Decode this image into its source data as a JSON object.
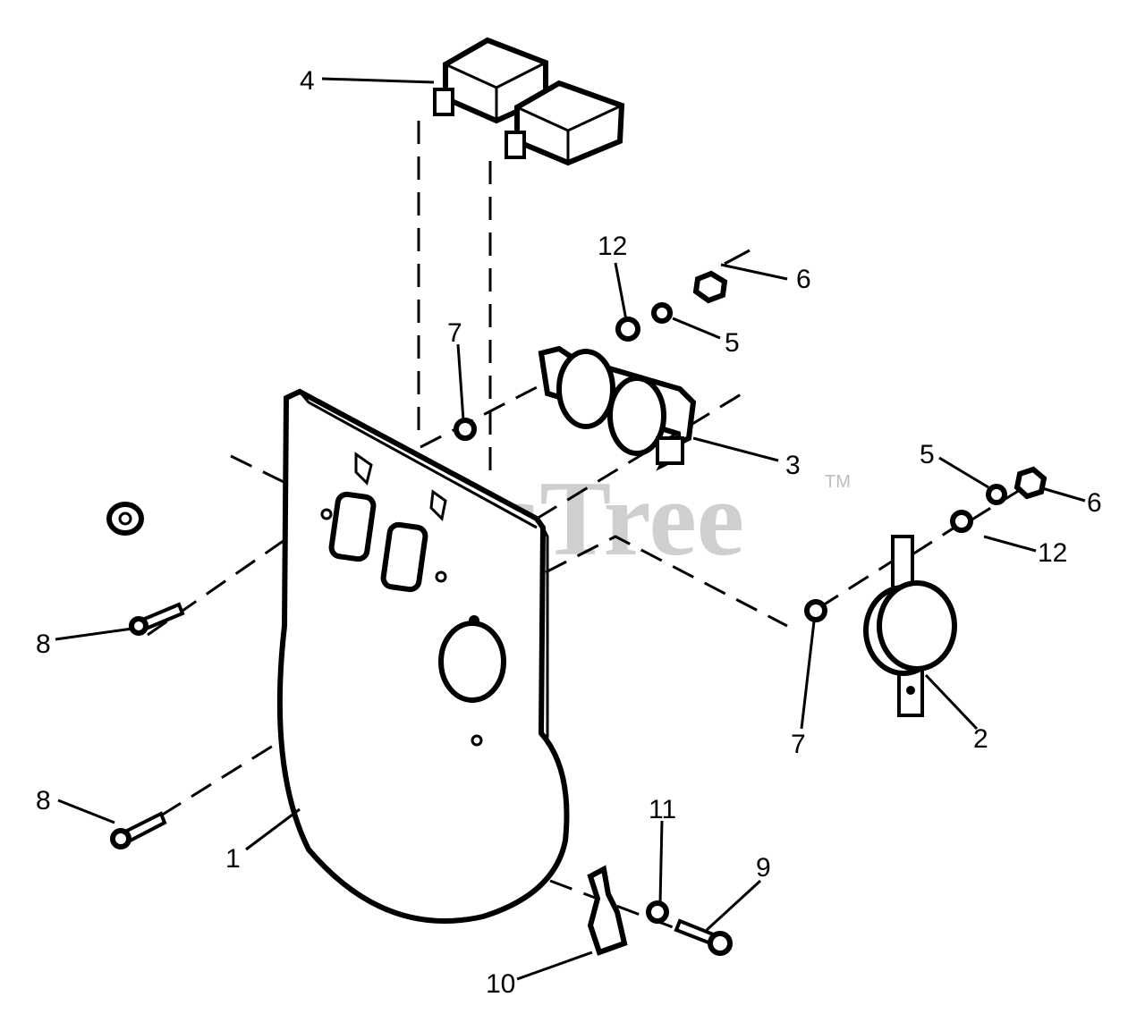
{
  "watermark": {
    "text": "PartsTree",
    "trademark": "TM"
  },
  "callouts": {
    "c1": "1",
    "c2": "2",
    "c3": "3",
    "c4": "4",
    "c5a": "5",
    "c5b": "5",
    "c6a": "6",
    "c6b": "6",
    "c7a": "7",
    "c7b": "7",
    "c8a": "8",
    "c8b": "8",
    "c9": "9",
    "c10": "10",
    "c11": "11",
    "c12a": "12",
    "c12b": "12"
  }
}
